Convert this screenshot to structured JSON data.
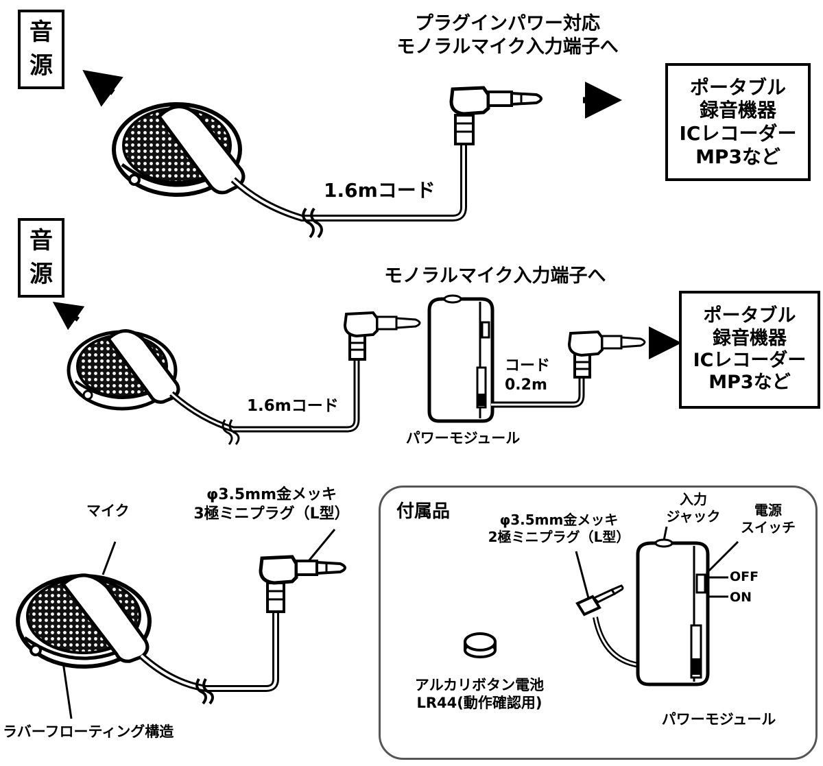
{
  "source_label": [
    "音",
    "源"
  ],
  "top": {
    "jack_label": "プラグインパワー対応\nモノラルマイク入力端子へ",
    "cord_label": "1.6mコード",
    "device_box": "ポータブル\n録音機器\nICレコーダー\nMP3など"
  },
  "middle": {
    "jack_label": "モノラルマイク入力端子へ",
    "cord_label": "1.6mコード",
    "short_cord_label": "コード\n0.2m",
    "module_label": "パワーモジュール",
    "device_box": "ポータブル\n録音機器\nICレコーダー\nMP3など"
  },
  "bottom": {
    "mic_label": "マイク",
    "plug_label": "φ3.5mm金メッキ\n3極ミニプラグ（L型）",
    "rubber_label": "ラバーフローティング構造"
  },
  "accessories": {
    "title": "付属品",
    "plug_label": "φ3.5mm金メッキ\n2極ミニプラグ（L型）",
    "input_jack_label": "入力\nジャック",
    "power_switch_label": "電源\nスイッチ",
    "off_label": "OFF",
    "on_label": "ON",
    "battery_label": "アルカリボタン電池\nLR44(動作確認用)",
    "module_label": "パワーモジュール"
  },
  "colors": {
    "ink": "#000000",
    "box_border": "#555555",
    "background": "#ffffff"
  }
}
